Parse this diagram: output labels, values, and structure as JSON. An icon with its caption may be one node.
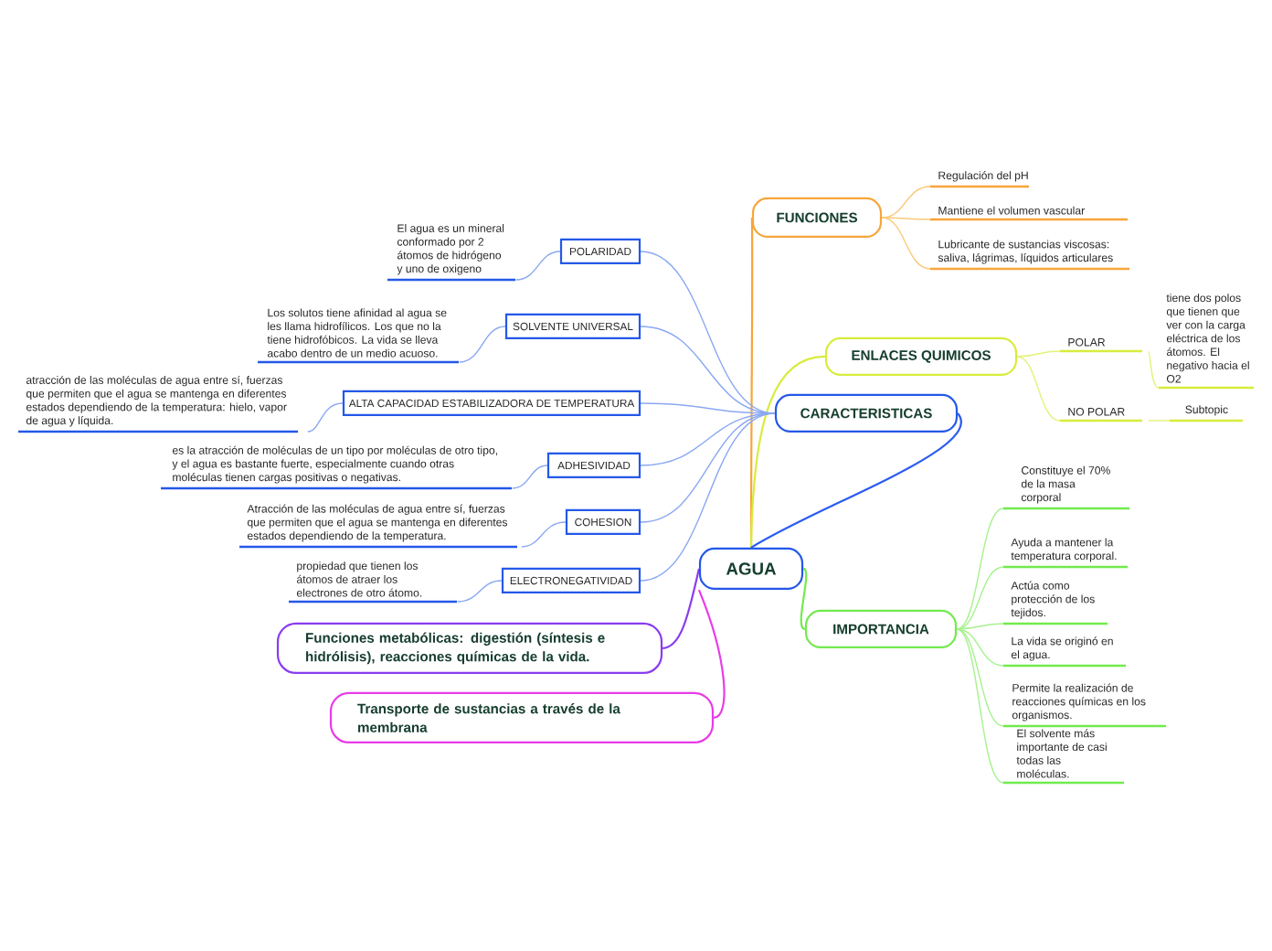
{
  "diagram": {
    "nodes": [
      {
        "text": [
          "AGUA"
        ]
      },
      {
        "text": [
          "FUNCIONES"
        ]
      },
      {
        "text": [
          "Regulación del pH"
        ]
      },
      {
        "text": [
          "Mantiene el volumen vascular"
        ]
      },
      {
        "text": [
          "Lubricante de sustancias viscosas: saliva, lágrimas, líquidos articulares"
        ]
      },
      {
        "text": [
          "ENLACES QUIMICOS"
        ]
      },
      {
        "text": [
          "POLAR"
        ]
      },
      {
        "text": [
          "tiene dos polos que tienen que ver con la carga eléctrica de los átomos. El negativo hacia el O2"
        ]
      },
      {
        "text": [
          "NO POLAR"
        ]
      },
      {
        "text": [
          "Subtopic"
        ]
      },
      {
        "text": [
          "CARACTERISTICAS"
        ]
      },
      {
        "text": [
          "POLARIDAD"
        ]
      },
      {
        "text": [
          "El agua es un mineral conformado por 2 átomos de hidrógeno y uno de oxigeno"
        ]
      },
      {
        "text": [
          "SOLVENTE UNIVERSAL"
        ]
      },
      {
        "text": [
          "Los solutos tiene afinidad al agua se les llama hidrofílicos. Los que no la tiene hidrofóbicos. La vida se lleva acabo dentro de un medio acuoso."
        ]
      },
      {
        "text": [
          "ALTA CAPACIDAD ESTABILIZADORA DE TEMPERATURA"
        ]
      },
      {
        "text": [
          "atracción de las moléculas de agua entre sí, fuerzas que permiten que el agua se mantenga en diferentes estados dependiendo de la temperatura: hielo, vapor de agua y líquida."
        ]
      },
      {
        "text": [
          "ADHESIVIDAD"
        ]
      },
      {
        "text": [
          "es la atracción de moléculas de un tipo por moléculas de otro tipo, y el agua es bastante fuerte, especialmente cuando otras moléculas tienen cargas positivas o negativas."
        ]
      },
      {
        "text": [
          "COHESION"
        ]
      },
      {
        "text": [
          "Atracción de las moléculas de agua entre sí, fuerzas que permiten que el agua se mantenga en diferentes estados dependiendo de la temperatura."
        ]
      },
      {
        "text": [
          "ELECTRONEGATIVIDAD"
        ]
      },
      {
        "text": [
          "propiedad que tienen los átomos de atraer los electrones de otro átomo."
        ]
      },
      {
        "text": [
          "IMPORTANCIA"
        ]
      },
      {
        "text": [
          "Constituye el 70% de la masa corporal"
        ]
      },
      {
        "text": [
          "Ayuda a mantener la temperatura corporal."
        ]
      },
      {
        "text": [
          "Actúa como protección de los tejidos."
        ]
      },
      {
        "text": [
          "La vida se originó en el agua."
        ]
      },
      {
        "text": [
          "Permite la realización de reacciones químicas en los organismos."
        ]
      },
      {
        "text": [
          "El solvente más importante de casi todas las moléculas."
        ]
      },
      {
        "text": [
          "Funciones metabólicas: digestión (síntesis e hidrólisis), reacciones químicas de la vida."
        ]
      },
      {
        "text": [
          "Transporte de sustancias a través de la membrana"
        ]
      }
    ],
    "edges": [
      {
        "from": 0,
        "to": 1,
        "arrow": "none",
        "color": "#f7a53a"
      },
      {
        "from": 1,
        "to": 2,
        "arrow": "none",
        "color": "#fbc97a"
      },
      {
        "from": 1,
        "to": 3,
        "arrow": "none",
        "color": "#fbc97a"
      },
      {
        "from": 1,
        "to": 4,
        "arrow": "none",
        "color": "#fbc97a"
      },
      {
        "from": 0,
        "to": 5,
        "arrow": "none",
        "color": "#d8ec3c"
      },
      {
        "from": 5,
        "to": 6,
        "arrow": "none",
        "color": "#e4f27a"
      },
      {
        "from": 6,
        "to": 7,
        "arrow": "none",
        "color": "#e4f27a"
      },
      {
        "from": 5,
        "to": 8,
        "arrow": "none",
        "color": "#e4f27a"
      },
      {
        "from": 8,
        "to": 9,
        "arrow": "none",
        "color": "#e4f27a"
      },
      {
        "from": 0,
        "to": 10,
        "arrow": "none",
        "color": "#2a5cf0"
      },
      {
        "from": 10,
        "to": 11,
        "arrow": "none",
        "color": "#8aa8f2"
      },
      {
        "from": 11,
        "to": 12,
        "arrow": "none",
        "color": "#8aa8f2"
      },
      {
        "from": 10,
        "to": 13,
        "arrow": "none",
        "color": "#8aa8f2"
      },
      {
        "from": 13,
        "to": 14,
        "arrow": "none",
        "color": "#8aa8f2"
      },
      {
        "from": 10,
        "to": 15,
        "arrow": "none",
        "color": "#8aa8f2"
      },
      {
        "from": 15,
        "to": 16,
        "arrow": "none",
        "color": "#8aa8f2"
      },
      {
        "from": 10,
        "to": 17,
        "arrow": "none",
        "color": "#8aa8f2"
      },
      {
        "from": 17,
        "to": 18,
        "arrow": "none",
        "color": "#8aa8f2"
      },
      {
        "from": 10,
        "to": 19,
        "arrow": "none",
        "color": "#8aa8f2"
      },
      {
        "from": 19,
        "to": 20,
        "arrow": "none",
        "color": "#8aa8f2"
      },
      {
        "from": 10,
        "to": 21,
        "arrow": "none",
        "color": "#8aa8f2"
      },
      {
        "from": 21,
        "to": 22,
        "arrow": "none",
        "color": "#8aa8f2"
      },
      {
        "from": 0,
        "to": 23,
        "arrow": "none",
        "color": "#72ea4e"
      },
      {
        "from": 23,
        "to": 24,
        "arrow": "none",
        "color": "#a6f28e"
      },
      {
        "from": 23,
        "to": 25,
        "arrow": "none",
        "color": "#a6f28e"
      },
      {
        "from": 23,
        "to": 26,
        "arrow": "none",
        "color": "#a6f28e"
      },
      {
        "from": 23,
        "to": 27,
        "arrow": "none",
        "color": "#a6f28e"
      },
      {
        "from": 23,
        "to": 28,
        "arrow": "none",
        "color": "#a6f28e"
      },
      {
        "from": 23,
        "to": 29,
        "arrow": "none",
        "color": "#a6f28e"
      },
      {
        "from": 0,
        "to": 30,
        "arrow": "none",
        "color": "#8a3cf0"
      },
      {
        "from": 0,
        "to": 31,
        "arrow": "none",
        "color": "#e83ce8"
      }
    ]
  }
}
